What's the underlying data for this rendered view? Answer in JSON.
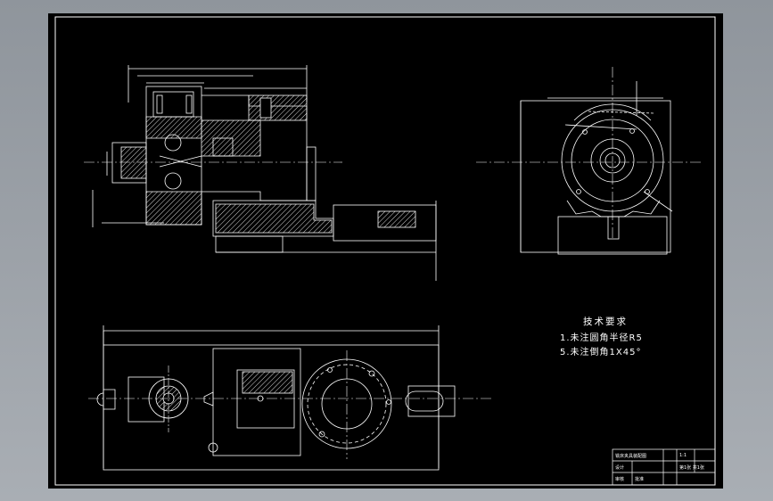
{
  "tech_requirements": {
    "title": "技术要求",
    "items": [
      "1.未注圆角半径R5",
      "5.未注倒角1X45°"
    ]
  },
  "title_block": {
    "name": "铣床夹具装配图",
    "designer_label": "设计",
    "checker_label": "审核",
    "approve_label": "批准",
    "sheet_label": "第1张 共1张",
    "scale": "1:1"
  },
  "colors": {
    "background": "#000000",
    "frame": "#ffffff",
    "geometry": "#ffffff",
    "hatch": "#d9d9d9",
    "dimension": "#ffffff",
    "centerline": "#ffffff",
    "window": "#9ea4ab"
  }
}
